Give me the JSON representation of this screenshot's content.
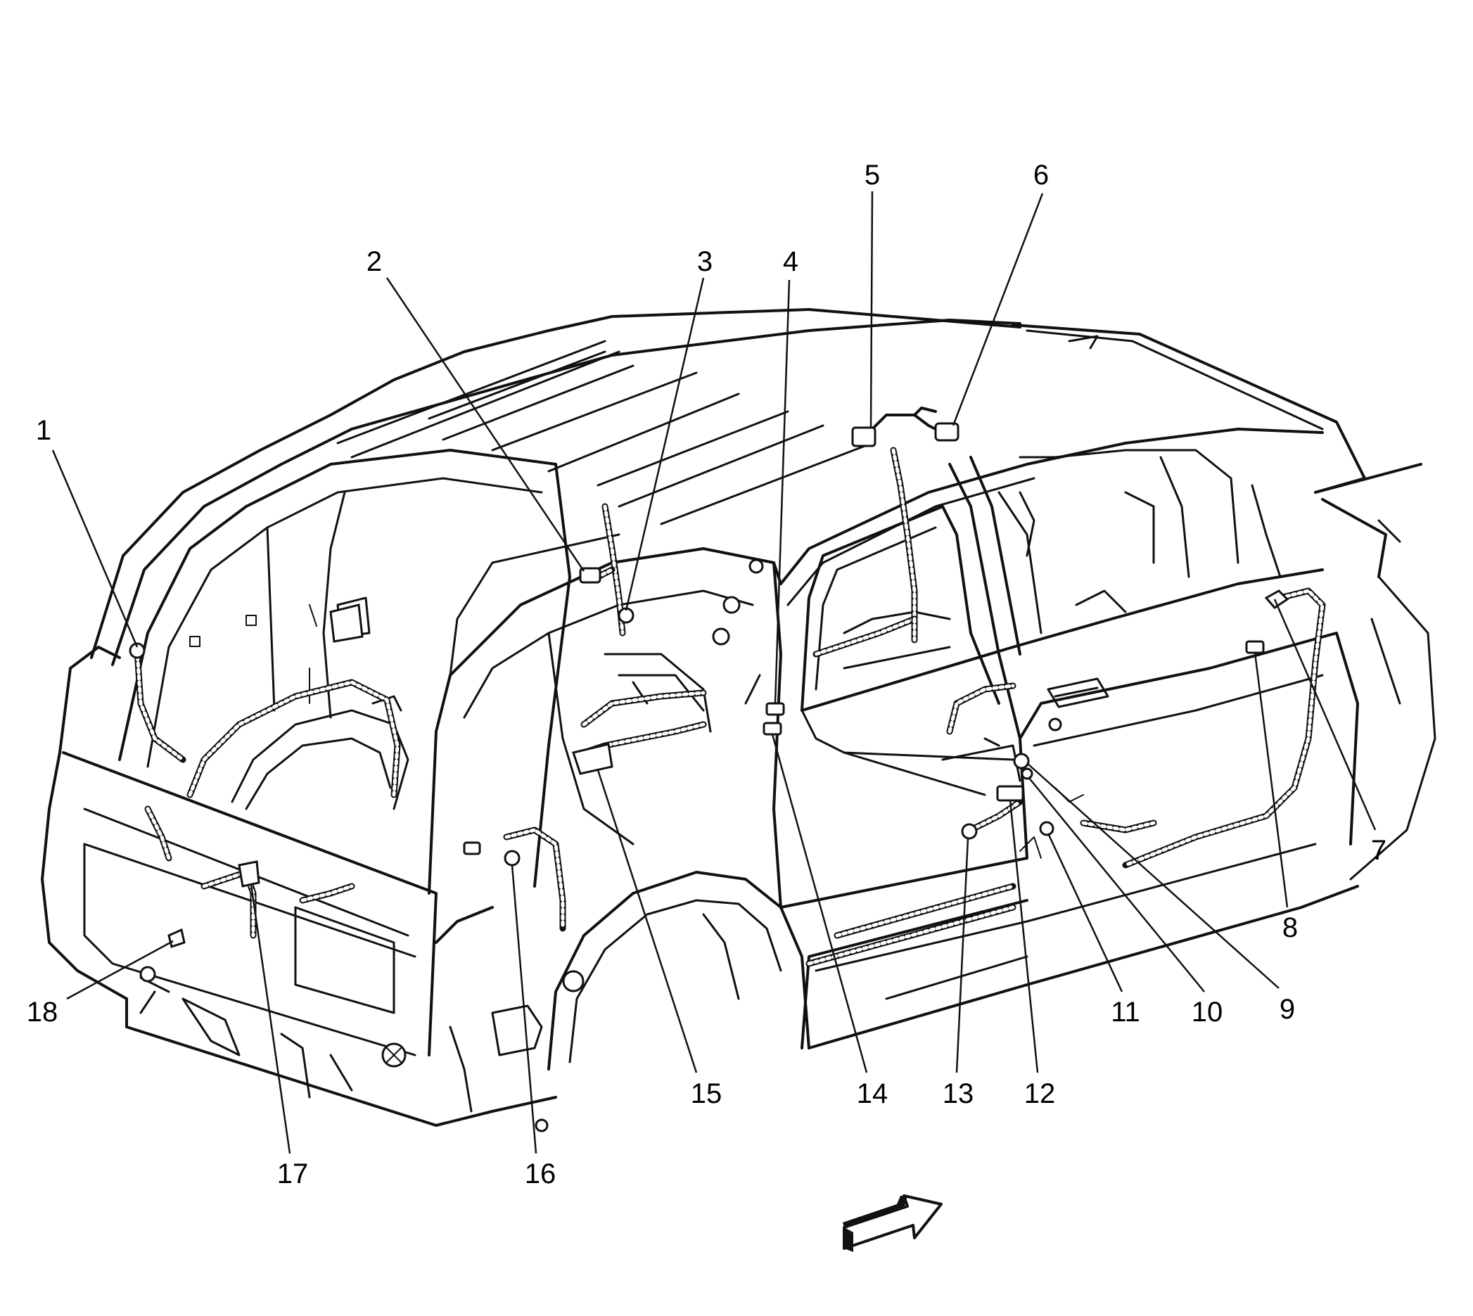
{
  "diagram": {
    "callouts": [
      {
        "id": "1",
        "label": "1"
      },
      {
        "id": "2",
        "label": "2"
      },
      {
        "id": "3",
        "label": "3"
      },
      {
        "id": "4",
        "label": "4"
      },
      {
        "id": "5",
        "label": "5"
      },
      {
        "id": "6",
        "label": "6"
      },
      {
        "id": "7",
        "label": "7"
      },
      {
        "id": "8",
        "label": "8"
      },
      {
        "id": "9",
        "label": "9"
      },
      {
        "id": "10",
        "label": "10"
      },
      {
        "id": "11",
        "label": "11"
      },
      {
        "id": "12",
        "label": "12"
      },
      {
        "id": "13",
        "label": "13"
      },
      {
        "id": "14",
        "label": "14"
      },
      {
        "id": "15",
        "label": "15"
      },
      {
        "id": "16",
        "label": "16"
      },
      {
        "id": "17",
        "label": "17"
      },
      {
        "id": "18",
        "label": "18"
      }
    ],
    "icons": {
      "orientation_arrow": "forward-arrow-icon"
    },
    "colors": {
      "ink": "#111111",
      "background": "#ffffff"
    }
  }
}
